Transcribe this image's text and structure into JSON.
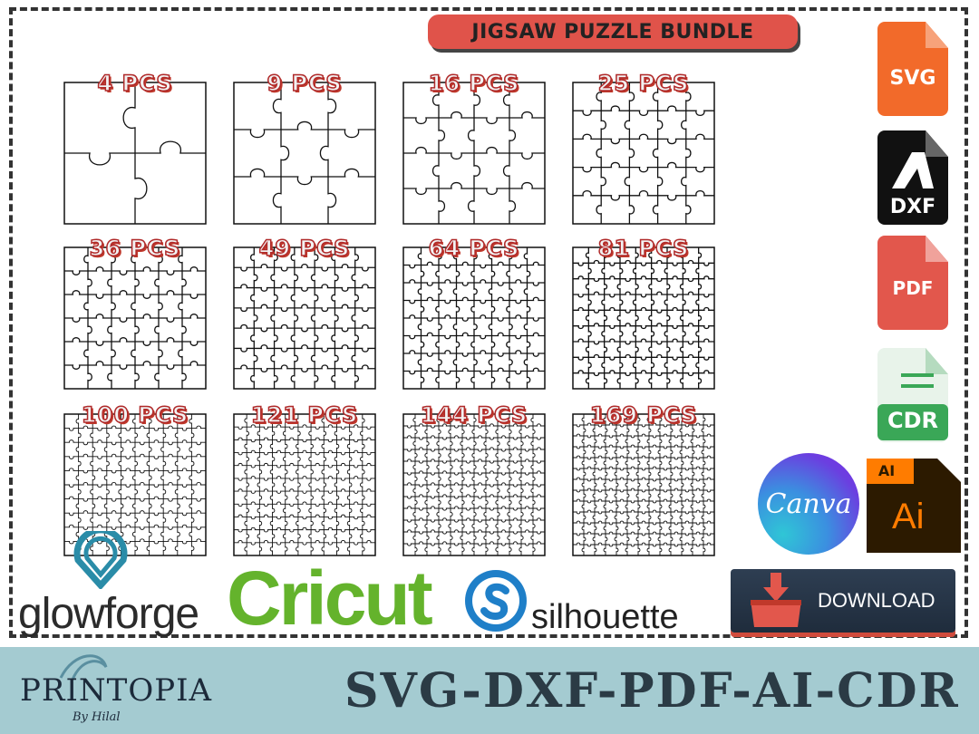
{
  "header": {
    "title": "JIGSAW PUZZLE BUNDLE"
  },
  "puzzles": [
    {
      "label": "4 PCS",
      "n": 2
    },
    {
      "label": "9 PCS",
      "n": 3
    },
    {
      "label": "16 PCS",
      "n": 4
    },
    {
      "label": "25 PCS",
      "n": 5
    },
    {
      "label": "36 PCS",
      "n": 6
    },
    {
      "label": "49 PCS",
      "n": 7
    },
    {
      "label": "64 PCS",
      "n": 8
    },
    {
      "label": "81 PCS",
      "n": 9
    },
    {
      "label": "100 PCS",
      "n": 10
    },
    {
      "label": "121 PCS",
      "n": 11
    },
    {
      "label": "144 PCS",
      "n": 12
    },
    {
      "label": "169 PCS",
      "n": 13
    }
  ],
  "file_icons": {
    "svg": {
      "label": "SVG",
      "color": "#f26a2a"
    },
    "dxf": {
      "label": "DXF",
      "color": "#111111"
    },
    "pdf": {
      "label": "PDF",
      "color": "#e2574c"
    },
    "cdr": {
      "label": "CDR",
      "color": "#3aa757"
    },
    "ai": {
      "label": "Ai",
      "small_label": "AI",
      "color": "#ff7c00",
      "bg": "#2c1a00"
    }
  },
  "brands": {
    "canva": "Canva",
    "glowforge": "glowforge",
    "cricut": "Cricut",
    "silhouette": "silhouette"
  },
  "download": {
    "label": "DOWNLOAD"
  },
  "footer": {
    "brand": "PRINTOPIA",
    "signature": "By Hilal",
    "formats": "SVG-DXF-PDF-AI-CDR"
  },
  "colors": {
    "accent_red": "#e0534a",
    "footer_bg": "#a4cbd1",
    "cricut_green": "#64b32c",
    "download_bg": "#2e3e52"
  }
}
